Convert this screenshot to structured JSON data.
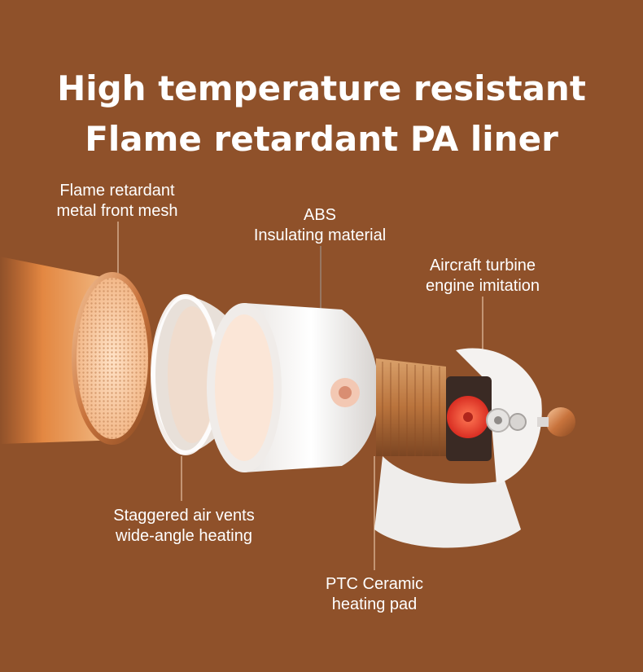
{
  "headline": {
    "line1": "High temperature resistant",
    "line2": "Flame retardant PA liner"
  },
  "callouts": {
    "front_mesh": {
      "line1": "Flame retardant",
      "line2": "metal front mesh"
    },
    "abs": {
      "line1": "ABS",
      "line2": "Insulating material"
    },
    "turbine": {
      "line1": "Aircraft turbine",
      "line2": "engine imitation"
    },
    "air_vents": {
      "line1": "Staggered air vents",
      "line2": "wide-angle heating"
    },
    "ptc": {
      "line1": "PTC Ceramic",
      "line2": "heating pad"
    }
  },
  "colors": {
    "background": "#8f512a",
    "text": "#ffffff",
    "heat_glow": "#ff9a4a",
    "shell_white": "#f4f2f0",
    "copper_rim": "#d48a55",
    "fan_red": "#e8412f"
  }
}
